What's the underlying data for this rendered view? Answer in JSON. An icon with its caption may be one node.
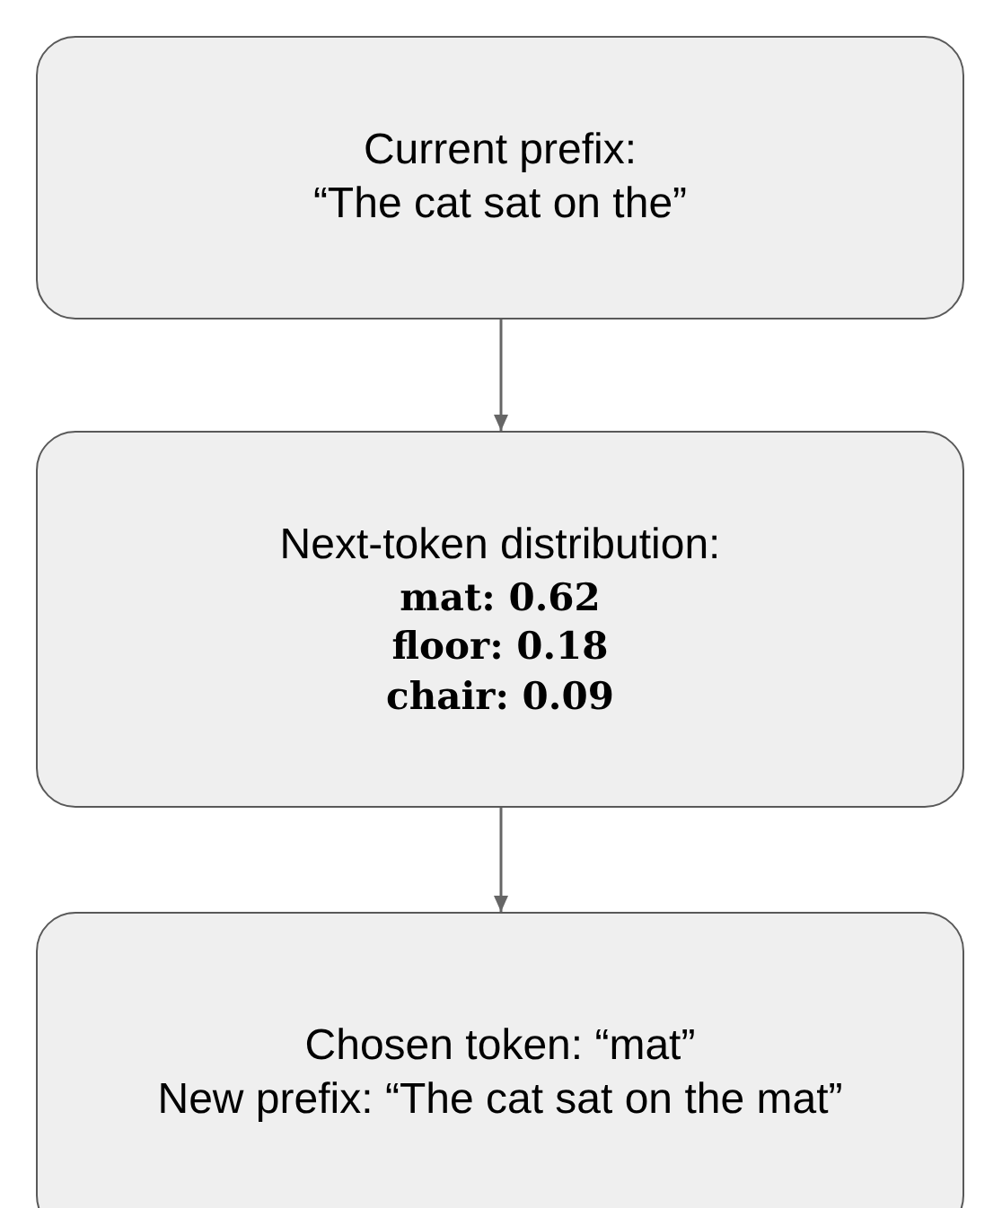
{
  "diagram": {
    "nodes": [
      {
        "text": [
          "Current prefix:",
          "“The cat sat on the”"
        ]
      },
      {
        "text": [
          "Next-token distribution:",
          "mat: 0.62",
          "floor: 0.18",
          "chair: 0.09"
        ]
      },
      {
        "text": [
          "Chosen token: “mat”",
          "New prefix: “The cat sat on the mat”"
        ]
      }
    ],
    "edges": [
      {
        "from": 0,
        "to": 1,
        "arrow": "to"
      },
      {
        "from": 1,
        "to": 2,
        "arrow": "to"
      }
    ]
  }
}
